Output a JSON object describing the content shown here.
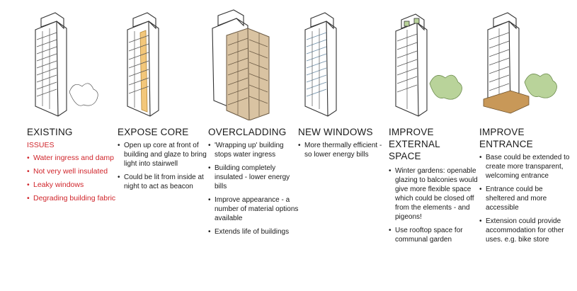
{
  "panels": [
    {
      "title": "EXISTING",
      "subhead": "ISSUES",
      "points": [
        "Water ingress and damp",
        "Not very well insulated",
        "Leaky windows",
        "Degrading building fabric"
      ]
    },
    {
      "title": "EXPOSE CORE",
      "points": [
        "Open up core at front of building and glaze to bring light into stairwell",
        "Could be lit from inside at night to act as beacon"
      ]
    },
    {
      "title": "OVERCLADDING",
      "points": [
        "'Wrapping up' building stops water ingress",
        "Building completely insulated - lower energy bills",
        "Improve appearance - a number of material options available",
        "Extends life of buildings"
      ]
    },
    {
      "title": "NEW WINDOWS",
      "points": [
        "More thermally efficient - so lower energy bills"
      ]
    },
    {
      "title": "IMPROVE EXTERNAL SPACE",
      "points": [
        "Winter gardens: openable glazing to balconies would give more flexible space which could be closed off from the elements - and pigeons!",
        "Use rooftop space for communal garden"
      ]
    },
    {
      "title": "IMPROVE ENTRANCE",
      "points": [
        "Base could be extended to create more transparent, welcoming entrance",
        "Entrance could be sheltered and more accessible",
        "Extension could provide accommodation for other uses. e.g. bike store"
      ]
    }
  ],
  "colors": {
    "issue_red": "#d0252b",
    "core_orange": "#f3c77a",
    "cladding_tan": "#d9c3a2",
    "greenery": "#b9d39a"
  }
}
